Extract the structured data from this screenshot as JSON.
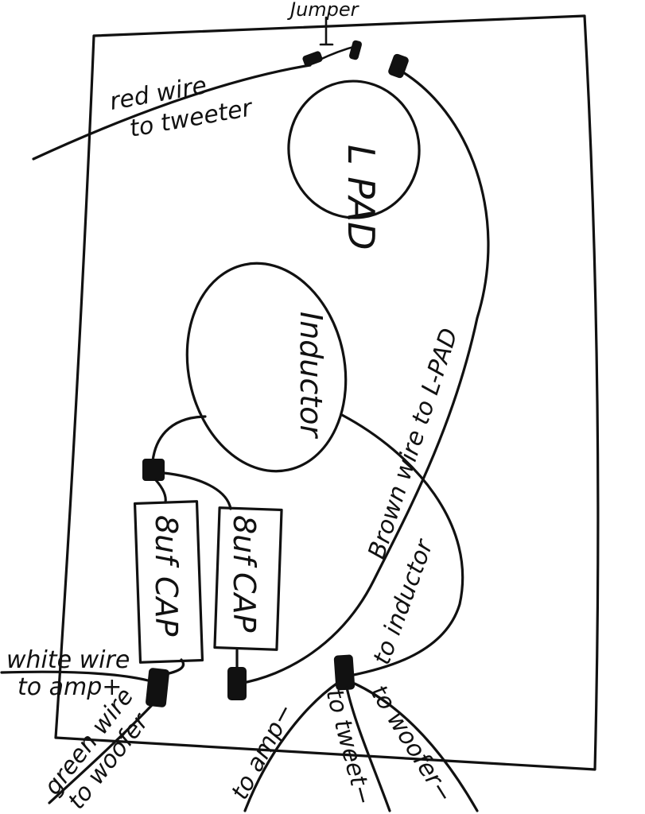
{
  "labels": {
    "jumper": "Jumper",
    "red_wire_line1": "red wire",
    "red_wire_line2": "to tweeter",
    "l_pad": "L PAD",
    "inductor": "Inductor",
    "brown_wire": "Brown wire to L-PAD",
    "cap_1_line1": "8uf",
    "cap_1_line2": "CAP",
    "cap_2_line1": "8uf",
    "cap_2_line2": "CAP",
    "white_wire_line1": "white wire",
    "white_wire_line2": "to amp+",
    "green_wire_line1": "green wire",
    "green_wire_line2": "to woofer",
    "to_inductor": "to inductor",
    "to_amp_minus": "to amp−",
    "to_tweet_minus": "to tweet−",
    "to_woofer_minus": "to woofer−"
  },
  "colors": {
    "ink": "#111111",
    "paper": "#ffffff"
  }
}
